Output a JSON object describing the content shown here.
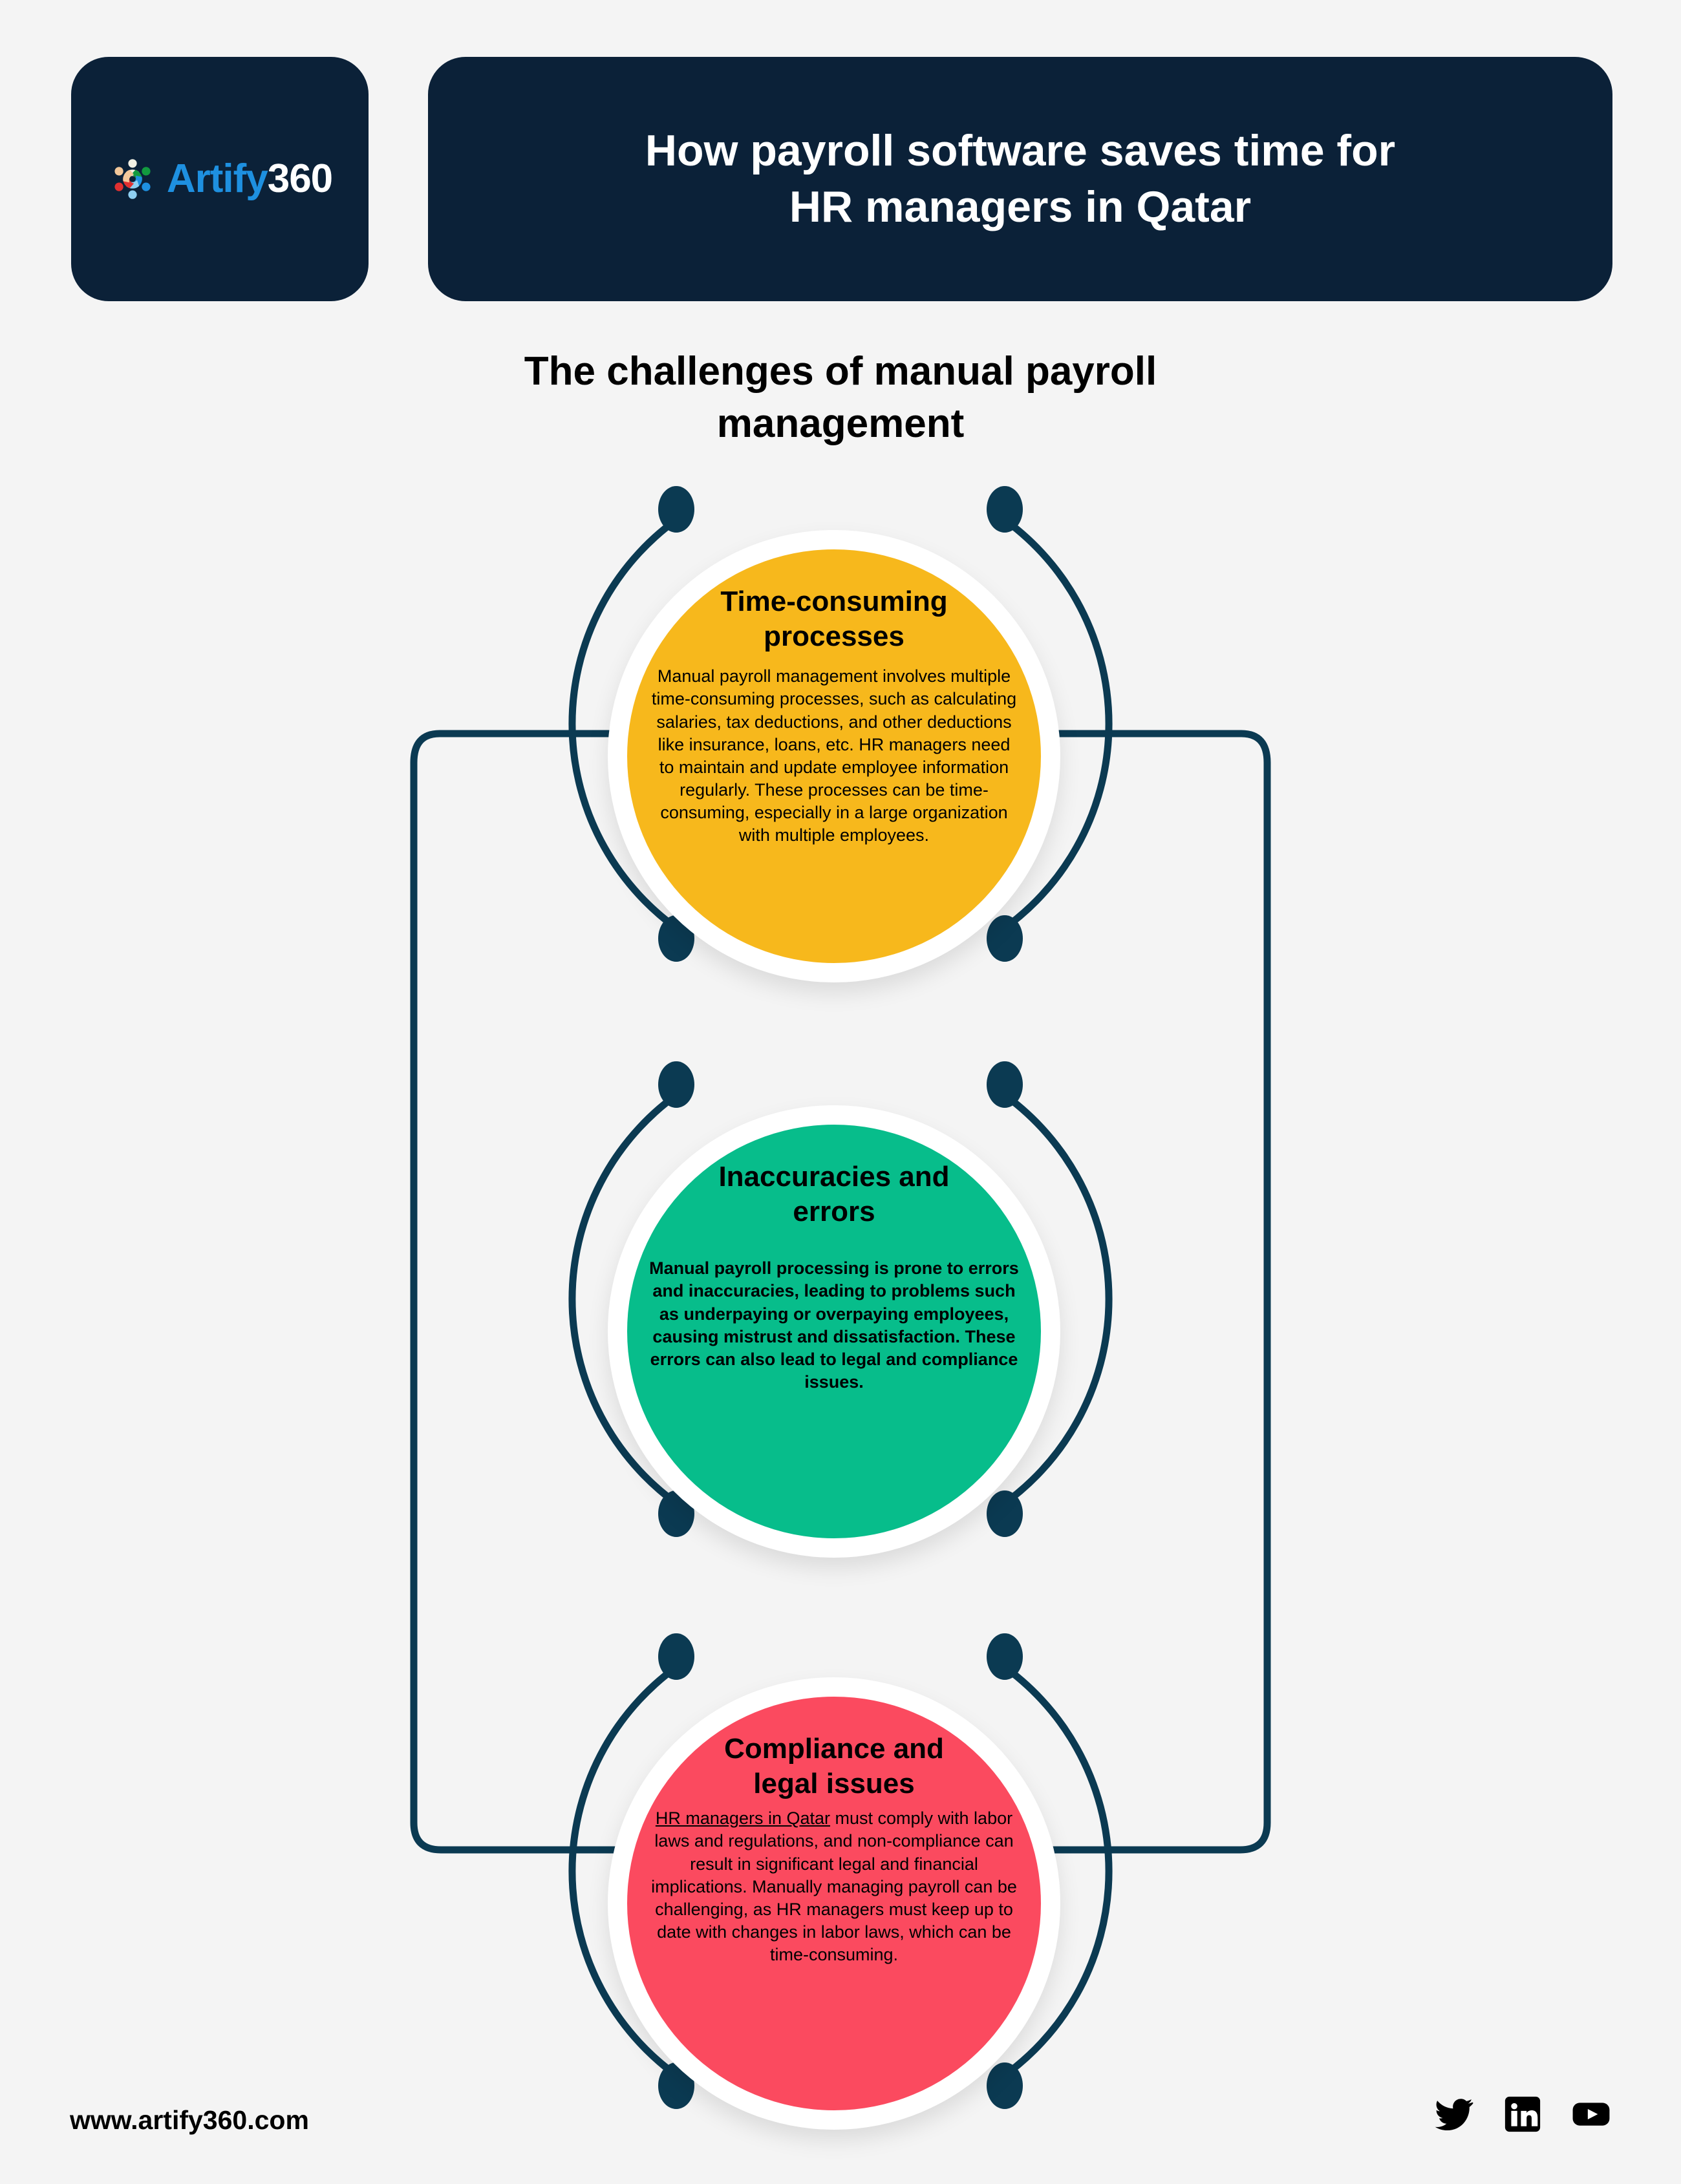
{
  "brand": {
    "logo_icon": "artify-pinwheel-icon",
    "name_part1": "Artify",
    "name_part2": "360",
    "colors": {
      "navy": "#0b2138",
      "background": "#f4f4f4",
      "logo_blue": "#1e90e0",
      "yellow": "#f7b81c",
      "green": "#07bd8b",
      "red": "#fb4a5f"
    }
  },
  "header": {
    "title": "How payroll software saves time for\nHR managers in Qatar"
  },
  "section": {
    "heading": "The challenges of manual payroll\nmanagement"
  },
  "nodes": [
    {
      "title": "Time-consuming\nprocesses",
      "body": "Manual payroll management involves multiple time-consuming processes, such as calculating salaries, tax deductions, and other deductions like insurance, loans, etc. HR managers need to maintain and update employee information regularly. These processes can be time-consuming, especially in a large organization with multiple employees.",
      "color": "#f7b81c"
    },
    {
      "title": "Inaccuracies and\nerrors",
      "body": "Manual payroll processing is prone to errors and inaccuracies, leading to problems such as underpaying or overpaying employees, causing mistrust and dissatisfaction. These errors can also lead to legal and compliance issues.",
      "color": "#07bd8b"
    },
    {
      "title": "Compliance and\nlegal issues",
      "body_link": "HR managers in Qatar",
      "body_rest": " must comply with labor laws and regulations, and non-compliance can result in significant legal and financial implications. Manually managing payroll can be challenging, as HR managers must keep up to date with changes in labor laws, which can be time-consuming.",
      "color": "#fb4a5f"
    }
  ],
  "footer": {
    "url": "www.artify360.com",
    "social": [
      {
        "name": "twitter-icon",
        "label": "Twitter"
      },
      {
        "name": "linkedin-icon",
        "label": "LinkedIn"
      },
      {
        "name": "youtube-icon",
        "label": "YouTube"
      }
    ]
  }
}
